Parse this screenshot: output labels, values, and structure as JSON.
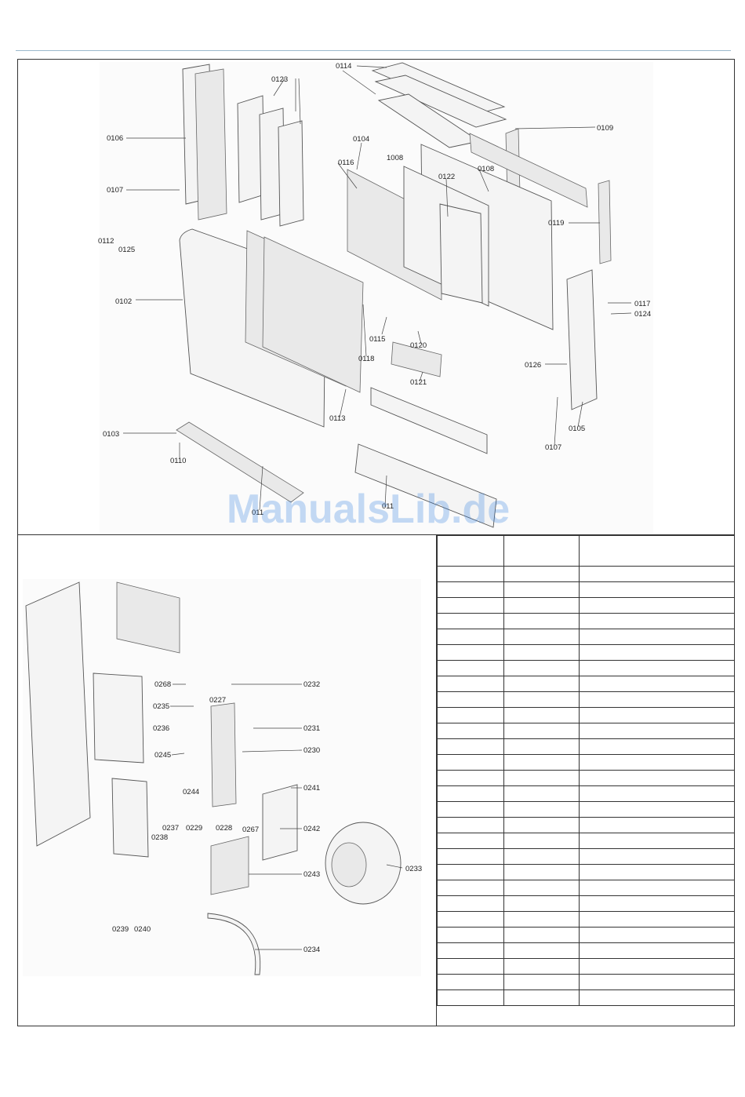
{
  "watermark": "ManualsLib.de",
  "upper_diagram": {
    "labels": [
      {
        "text": "0114"
      },
      {
        "text": "0123"
      },
      {
        "text": "0109"
      },
      {
        "text": "0106"
      },
      {
        "text": "0104"
      },
      {
        "text": "1008"
      },
      {
        "text": "0116"
      },
      {
        "text": "0108"
      },
      {
        "text": "0122"
      },
      {
        "text": "0107"
      },
      {
        "text": "0119"
      },
      {
        "text": "0112"
      },
      {
        "text": "0125"
      },
      {
        "text": "0102"
      },
      {
        "text": "0117"
      },
      {
        "text": "0124"
      },
      {
        "text": "0115"
      },
      {
        "text": "0120"
      },
      {
        "text": "0118"
      },
      {
        "text": "0126"
      },
      {
        "text": "0121"
      },
      {
        "text": "0113"
      },
      {
        "text": "0105"
      },
      {
        "text": "0103"
      },
      {
        "text": "0107"
      },
      {
        "text": "0110"
      },
      {
        "text": "011"
      },
      {
        "text": "011"
      }
    ]
  },
  "lower_diagram": {
    "labels": [
      {
        "text": "0268"
      },
      {
        "text": "0232"
      },
      {
        "text": "0227"
      },
      {
        "text": "0235"
      },
      {
        "text": "0236"
      },
      {
        "text": "0231"
      },
      {
        "text": "0230"
      },
      {
        "text": "0245"
      },
      {
        "text": "0244"
      },
      {
        "text": "0241"
      },
      {
        "text": "0237"
      },
      {
        "text": "0229"
      },
      {
        "text": "0228"
      },
      {
        "text": "0267"
      },
      {
        "text": "0242"
      },
      {
        "text": "0238"
      },
      {
        "text": "0233"
      },
      {
        "text": "0243"
      },
      {
        "text": "0239"
      },
      {
        "text": "0240"
      },
      {
        "text": "0234"
      }
    ]
  }
}
